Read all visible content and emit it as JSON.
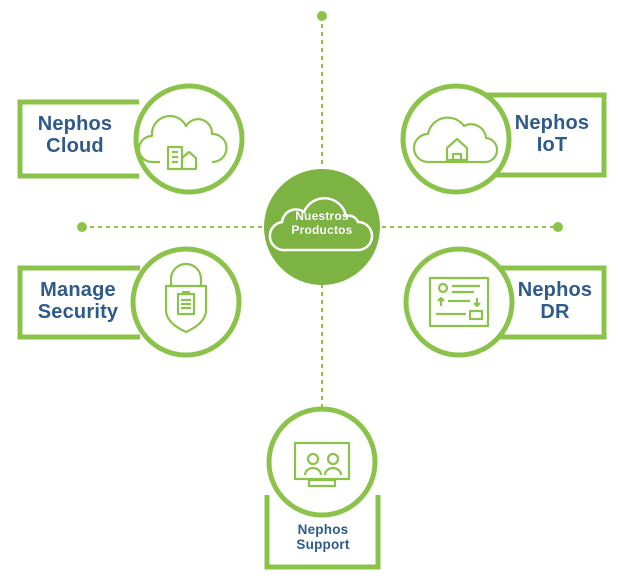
{
  "center": {
    "line1": "Nuestros",
    "line2": "Productos"
  },
  "products": {
    "cloud": {
      "line1": "Nephos",
      "line2": "Cloud"
    },
    "iot": {
      "line1": "Nephos",
      "line2": "IoT"
    },
    "security": {
      "line1": "Manage",
      "line2": "Security"
    },
    "dr": {
      "line1": "Nephos",
      "line2": "DR"
    },
    "support": {
      "line1": "Nephos",
      "line2": "Support"
    }
  },
  "colors": {
    "green": "#8bc34a",
    "green_dark": "#7cb342",
    "text": "#2e5a8c",
    "background": "#ffffff"
  }
}
